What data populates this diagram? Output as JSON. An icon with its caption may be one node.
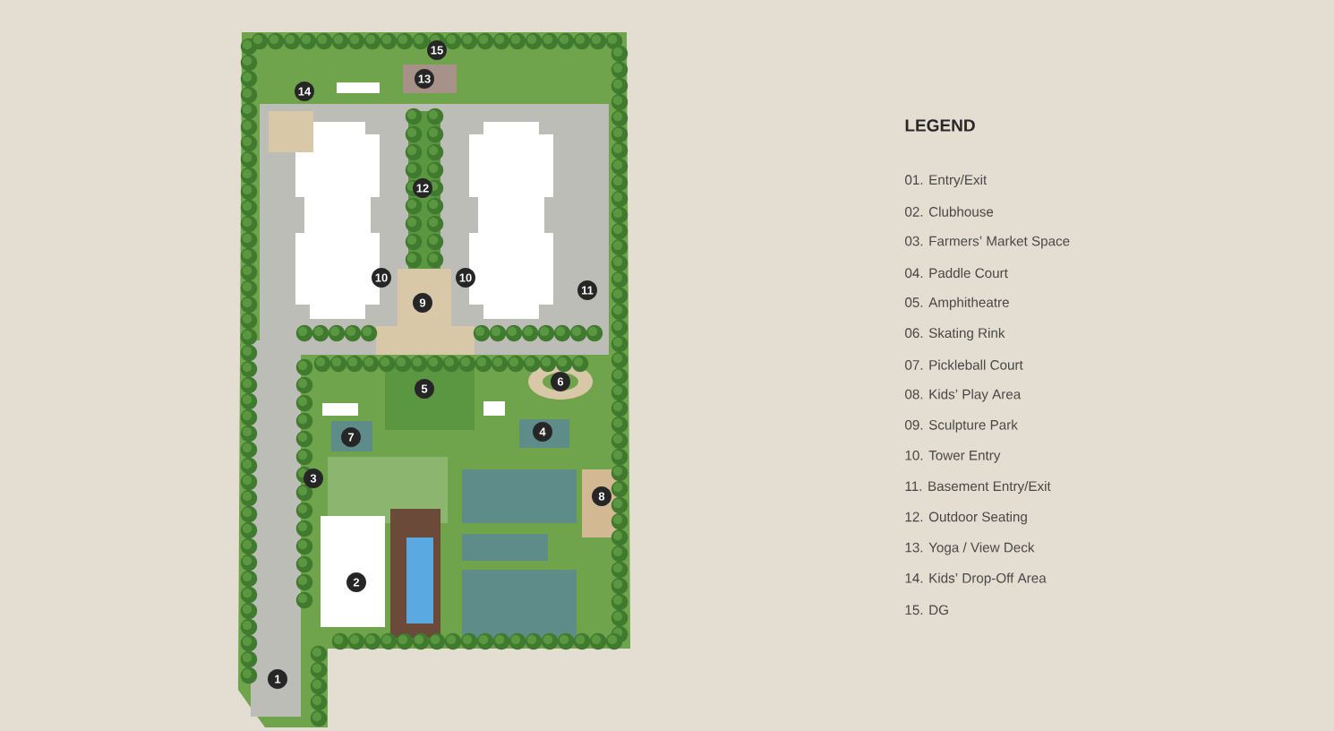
{
  "diagram": {
    "labels": [
      "15",
      "13",
      "14",
      "12",
      "10",
      "10",
      "11",
      "9",
      "5",
      "6",
      "7",
      "4",
      "3",
      "8",
      "2",
      "1",
      "LEGEND"
    ],
    "legend": [
      {
        "text": "01.  Entry/Exit"
      },
      {
        "text": "02.  Clubhouse"
      },
      {
        "text": "03.  Farmers’ Market Space"
      },
      {
        "text": "04.  Paddle Court"
      },
      {
        "text": "05.  Amphitheatre"
      },
      {
        "text": "06.  Skating Rink"
      },
      {
        "text": "07.  Pickleball Court"
      },
      {
        "text": "08.  Kids’ Play Area"
      },
      {
        "text": "09.  Sculpture Park"
      },
      {
        "text": "10.  Tower Entry"
      },
      {
        "text": "11.  Basement Entry/Exit"
      },
      {
        "text": "12.  Outdoor Seating"
      },
      {
        "text": "13.  Yoga / View Deck"
      },
      {
        "text": "14.  Kids’ Drop-Off Area"
      },
      {
        "text": "15.  DG"
      }
    ]
  }
}
